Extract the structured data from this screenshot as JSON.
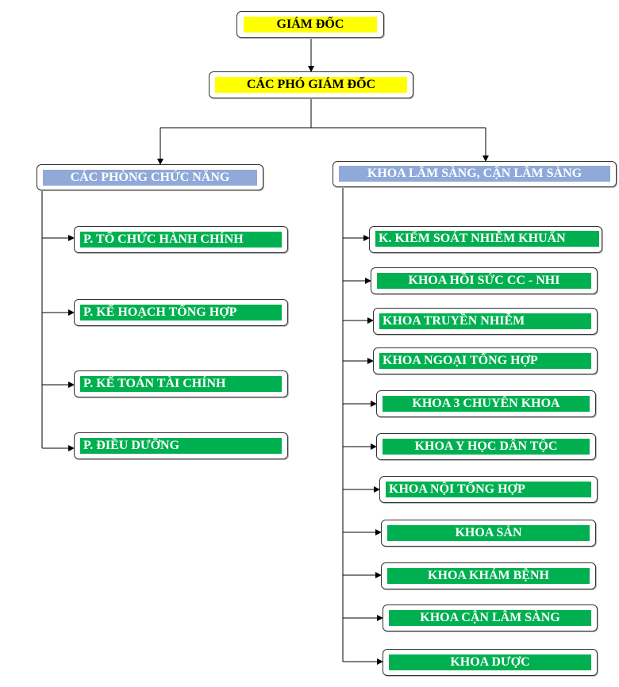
{
  "director": "GIÁM ĐỐC",
  "deputy": "CÁC PHÓ GIÁM ĐỐC",
  "left_group": {
    "title": "CÁC PHÒNG CHỨC NĂNG",
    "items": [
      "P. TỔ CHỨC HÀNH CHÍNH",
      "P. KẾ HOẠCH TỔNG HỢP",
      "P. KẾ TOÁN TÀI CHÍNH",
      "P. ĐIỀU DƯỠNG"
    ]
  },
  "right_group": {
    "title": "KHOA LÂM SÀNG, CẬN LÂM SÀNG",
    "items": [
      "K. KIỂM SOÁT NHIỄM KHUẨN",
      "KHOA HỒI SỨC CC - NHI",
      "KHOA TRUYỀN NHIỄM",
      "KHOA NGOẠI  TỔNG HỢP",
      "KHOA 3 CHUYÊN KHOA",
      "KHOA Y HỌC DÂN TỘC",
      "KHOA NỘI TỔNG HỢP",
      "KHOA SẢN",
      "KHOA KHÁM BỆNH",
      "KHOA CẬN LÂM SÀNG",
      "KHOA DƯỢC"
    ]
  },
  "colors": {
    "top_fill": "#ffff00",
    "group_fill": "#8fa9d9",
    "unit_fill": "#00b050",
    "line": "#000000"
  }
}
